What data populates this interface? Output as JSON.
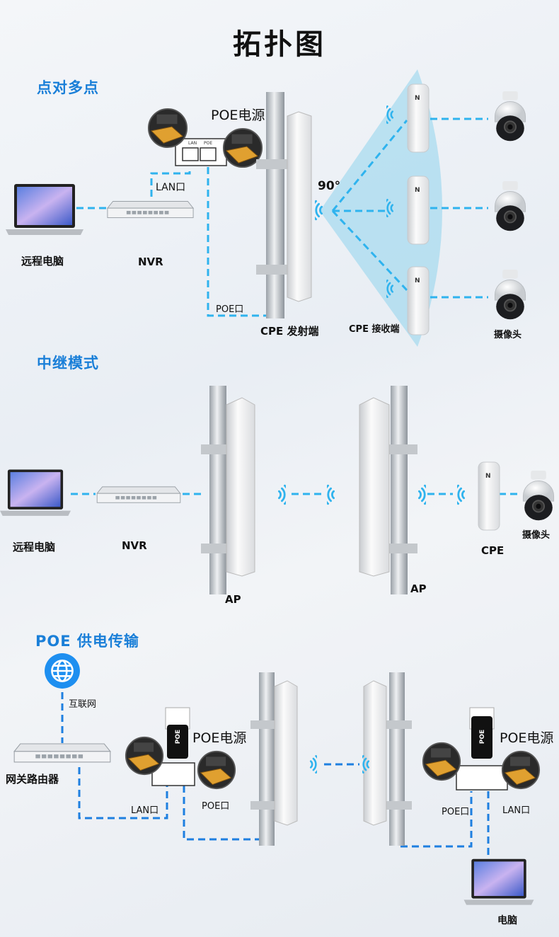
{
  "title": "拓扑图",
  "sections": {
    "p2mp": {
      "heading": "点对多点",
      "poe_power": "POE电源",
      "lan_port": "LAN口",
      "angle": "90°",
      "remote_pc": "远程电脑",
      "nvr": "NVR",
      "poe_port": "POE口",
      "cpe_tx": "CPE 发射端",
      "cpe_rx": "CPE 接收端",
      "camera": "摄像头",
      "port_lan": "LAN",
      "port_poe": "POE"
    },
    "relay": {
      "heading": "中继模式",
      "remote_pc": "远程电脑",
      "nvr": "NVR",
      "ap1": "AP",
      "ap2": "AP",
      "cpe": "CPE",
      "camera": "摄像头"
    },
    "poe": {
      "heading": "POE 供电传输",
      "internet": "互联网",
      "router": "网关路由器",
      "poe_power_left": "POE电源",
      "lan_port_left": "LAN口",
      "poe_port_left": "POE口",
      "poe_power_right": "POE电源",
      "poe_port_right": "POE口",
      "lan_port_right": "LAN口",
      "pc": "电脑",
      "adapter_label": "POE"
    }
  },
  "colors": {
    "accent": "#1a7fd8",
    "link": "#2fb3ee",
    "link_dark": "#1e7fe0",
    "coverage": "#8fd3ec"
  }
}
